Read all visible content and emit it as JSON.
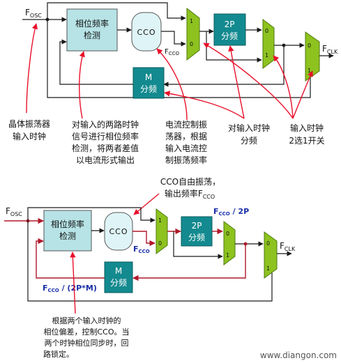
{
  "colors": {
    "line": "#1a1a1a",
    "annotation_arrow": "#e8102a",
    "pfd_fill": "#b7e3e6",
    "cco_fill": "#dff4f6",
    "divider_fill": "#138a8f",
    "mux_fill": "#8dc21f",
    "blue_label": "#1a2fa8"
  },
  "top": {
    "fosc_main": "F",
    "fosc_sub": "OSC",
    "pfd_line1": "相位频率",
    "pfd_line2": "检测",
    "cco": "CCO",
    "fcco_main": "F",
    "fcco_sub": "CCO",
    "div2p_line1": "2P",
    "div2p_line2": "分频",
    "divm_line1": "M",
    "divm_line2": "分频",
    "mux1_in1": "1",
    "mux1_in0": "0",
    "mux2_in0": "0",
    "mux2_in1": "1",
    "mux3_in0": "0",
    "mux3_in1": "1",
    "fclk_main": "F",
    "fclk_sub": "CLK",
    "notes": {
      "crystal_l1": "晶体振荡器",
      "crystal_l2": "输入时钟",
      "pfd_l1": "对输入的两路时钟",
      "pfd_l2": "信号进行相位频率",
      "pfd_l3": "检测，将两者差值",
      "pfd_l4": "以电流形式输出",
      "cco_l1": "电流控制振",
      "cco_l2": "荡器，根据",
      "cco_l3": "输入电流控",
      "cco_l4": "制振荡频率",
      "div_l1": "对输入时钟",
      "div_l2": "分频",
      "mux_l1": "输入时钟",
      "mux_l2": "2选1开关"
    }
  },
  "bottom": {
    "fosc_main": "F",
    "fosc_sub": "OSC",
    "pfd_line1": "相位频率",
    "pfd_line2": "检测",
    "cco": "CCO",
    "fcco_main": "F",
    "fcco_sub": "CCO",
    "div2p_line1": "2P",
    "div2p_line2": "分频",
    "divm_line1": "M",
    "divm_line2": "分频",
    "mux1_in1": "1",
    "mux1_in0": "0",
    "mux2_in0": "0",
    "mux2_in1": "1",
    "mux3_in0": "0",
    "mux3_in1": "1",
    "fclk_main": "F",
    "fclk_sub": "CLK",
    "label_fcco_2p_main": "F",
    "label_fcco_2p_sub": "CCO",
    "label_fcco_2p_rest": " / 2P",
    "label_fcco_2pm_main": "F",
    "label_fcco_2pm_sub": "CCO",
    "label_fcco_2pm_rest": " / (2P*M)",
    "cco_note_l1": "CCO自由振荡，",
    "cco_note_l2": "输出频率F",
    "cco_note_sub": "CCO",
    "lock_l1": "根据两个输入时钟的",
    "lock_l2": "相位偏差，控制CCO。当",
    "lock_l3": "两个时钟相位同步时，回",
    "lock_l4": "路锁定。"
  },
  "watermark": "www.diangon.com"
}
